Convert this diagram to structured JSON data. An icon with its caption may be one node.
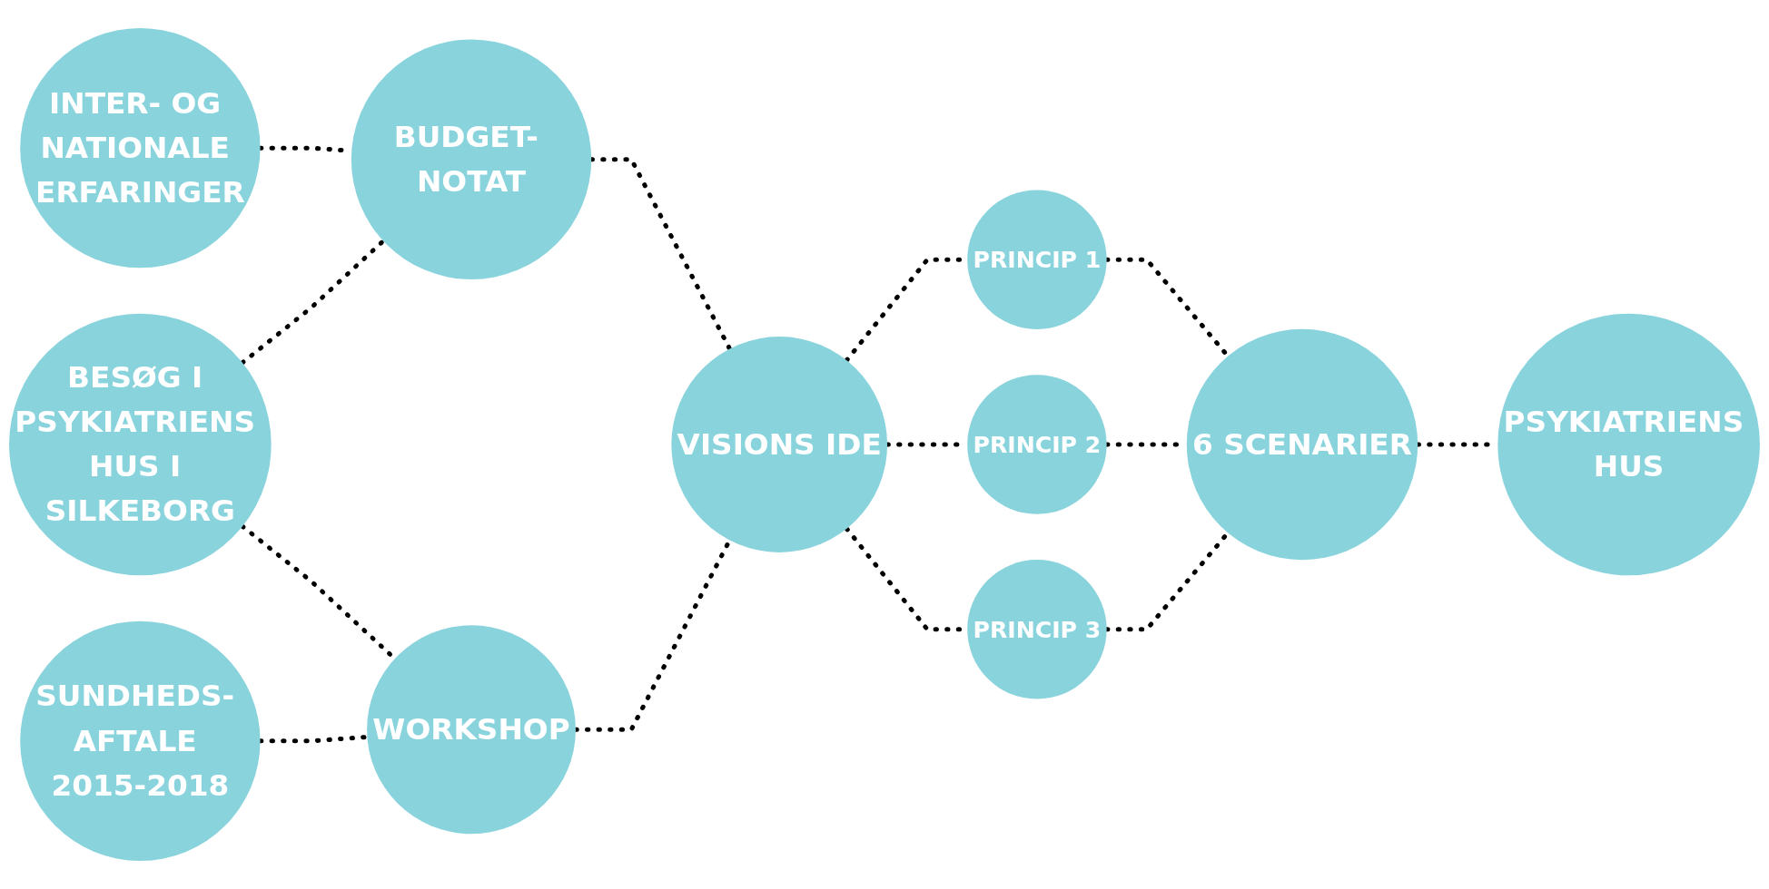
{
  "diagram": {
    "nodes": [
      {
        "text": [
          "INTER- OG NATIONALE ERFARINGER"
        ]
      },
      {
        "text": [
          "BESØG I PSYKIATRIENS HUS I SILKEBORG"
        ]
      },
      {
        "text": [
          "SUNDHEDS- AFTALE 2015-2018"
        ]
      },
      {
        "text": [
          "BUDGET- NOTAT"
        ]
      },
      {
        "text": [
          "WORKSHOP"
        ]
      },
      {
        "text": [
          "VISIONS IDE"
        ]
      },
      {
        "text": [
          "PRINCIP 1"
        ]
      },
      {
        "text": [
          "PRINCIP 2"
        ]
      },
      {
        "text": [
          "PRINCIP 3"
        ]
      },
      {
        "text": [
          "6 SCENARIER"
        ]
      },
      {
        "text": [
          "PSYKIATRIENS HUS"
        ]
      }
    ],
    "edges": [
      {
        "from": 0,
        "to": 3,
        "arrow": "none",
        "style": "dashed"
      },
      {
        "from": 1,
        "to": 3,
        "arrow": "none",
        "style": "dashed"
      },
      {
        "from": 1,
        "to": 4,
        "arrow": "none",
        "style": "dashed"
      },
      {
        "from": 2,
        "to": 4,
        "arrow": "none",
        "style": "dashed"
      },
      {
        "from": 3,
        "to": 5,
        "arrow": "none",
        "style": "dashed"
      },
      {
        "from": 4,
        "to": 5,
        "arrow": "none",
        "style": "dashed"
      },
      {
        "from": 5,
        "to": 6,
        "arrow": "none",
        "style": "dashed"
      },
      {
        "from": 5,
        "to": 7,
        "arrow": "none",
        "style": "dashed"
      },
      {
        "from": 5,
        "to": 8,
        "arrow": "none",
        "style": "dashed"
      },
      {
        "from": 6,
        "to": 9,
        "arrow": "none",
        "style": "dashed"
      },
      {
        "from": 7,
        "to": 9,
        "arrow": "none",
        "style": "dashed"
      },
      {
        "from": 8,
        "to": 9,
        "arrow": "none",
        "style": "dashed"
      },
      {
        "from": 9,
        "to": 10,
        "arrow": "none",
        "style": "dashed"
      }
    ]
  }
}
